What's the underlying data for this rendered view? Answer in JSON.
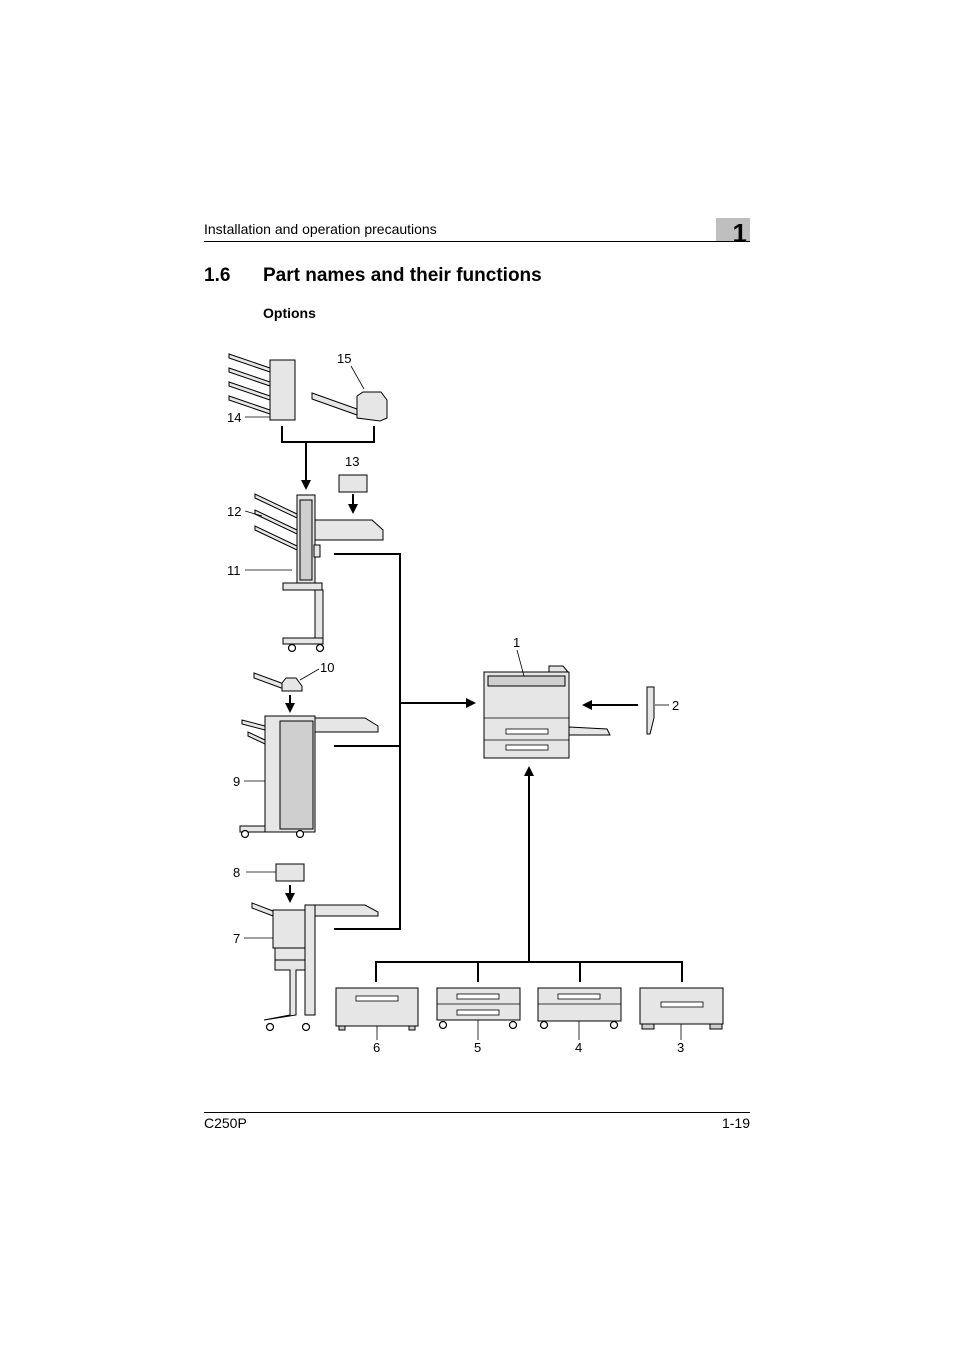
{
  "header": {
    "section_title": "Installation and operation precautions",
    "chapter_number": "1"
  },
  "section": {
    "number": "1.6",
    "title": "Part names and their functions"
  },
  "subheading": "Options",
  "diagram": {
    "callouts": [
      "1",
      "2",
      "3",
      "4",
      "5",
      "6",
      "7",
      "8",
      "9",
      "10",
      "11",
      "12",
      "13",
      "14",
      "15"
    ]
  },
  "footer": {
    "model": "C250P",
    "page": "1-19"
  }
}
